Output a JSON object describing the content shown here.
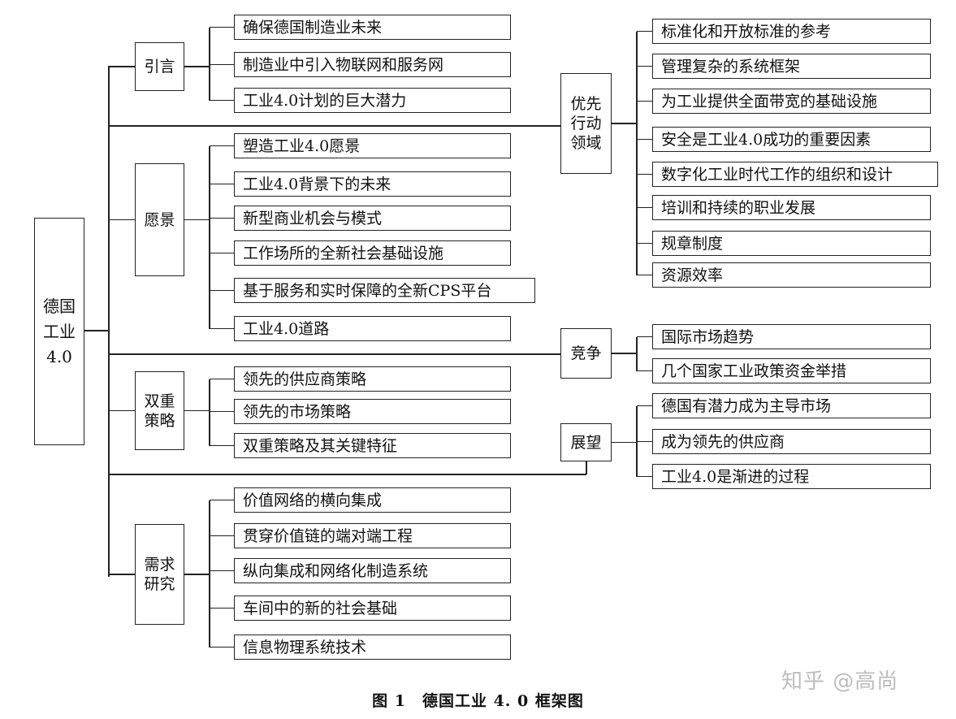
{
  "root": "德国\n工业\n4.0",
  "left_groups": [
    {
      "title": "引言",
      "items": [
        "确保德国制造业未来",
        "制造业中引入物联网和服务网",
        "工业4.0计划的巨大潜力"
      ]
    },
    {
      "title": "愿景",
      "items": [
        "塑造工业4.0愿景",
        "工业4.0背景下的未来",
        "新型商业机会与模式",
        "工作场所的全新社会基础设施",
        "基于服务和实时保障的全新CPS平台",
        "工业4.0道路"
      ]
    },
    {
      "title": "双重\n策略",
      "items": [
        "领先的供应商策略",
        "领先的市场策略",
        "双重策略及其关键特征"
      ]
    },
    {
      "title": "需求\n研究",
      "items": [
        "价值网络的横向集成",
        "贯穿价值链的端对端工程",
        "纵向集成和网络化制造系统",
        "车间中的新的社会基础",
        "信息物理系统技术"
      ]
    }
  ],
  "right_groups": [
    {
      "title": "优先\n行动\n领域",
      "items": [
        "标准化和开放标准的参考",
        "管理复杂的系统框架",
        "为工业提供全面带宽的基础设施",
        "安全是工业4.0成功的重要因素",
        "数字化工业时代工作的组织和设计",
        "培训和持续的职业发展",
        "规章制度",
        "资源效率"
      ]
    },
    {
      "title": "竞争",
      "items": [
        "国际市场趋势",
        "几个国家工业政策资金举措"
      ]
    },
    {
      "title": "展望",
      "items": [
        "德国有潜力成为主导市场",
        "成为领先的供应商",
        "工业4.0是渐进的过程"
      ]
    }
  ],
  "caption": "图 1　德国工业 4. 0 框架图",
  "watermark": "知乎 @高尚"
}
